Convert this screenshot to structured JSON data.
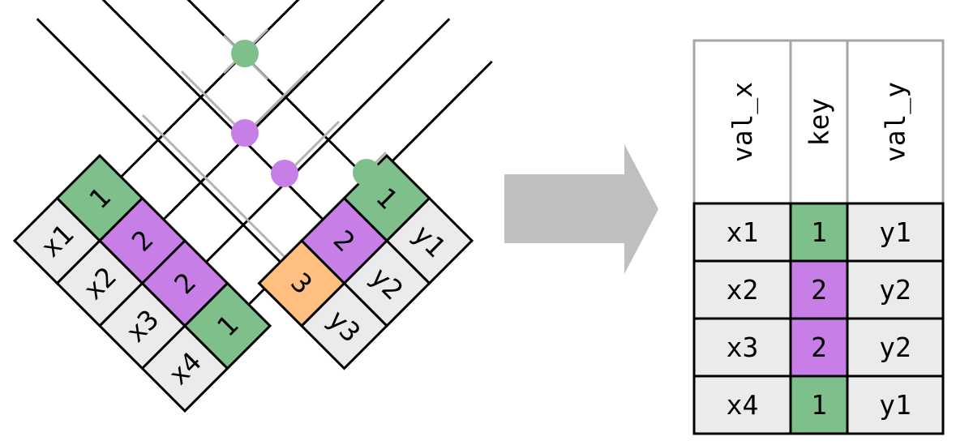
{
  "colors": {
    "grey_cell": "#ebebeb",
    "key_green": "#7fbf8c",
    "key_purple": "#c77ee6",
    "key_orange": "#ffbf80",
    "line_black": "#000000",
    "line_grey": "#b3b3b3",
    "arrow_grey": "#bfbfbf"
  },
  "left_table": {
    "rows": [
      {
        "val": "x1",
        "key": "1",
        "color": "key_green"
      },
      {
        "val": "x2",
        "key": "2",
        "color": "key_purple"
      },
      {
        "val": "x3",
        "key": "2",
        "color": "key_purple"
      },
      {
        "val": "x4",
        "key": "1",
        "color": "key_green"
      }
    ]
  },
  "right_table": {
    "rows": [
      {
        "val": "y1",
        "key": "1",
        "color": "key_green"
      },
      {
        "val": "y2",
        "key": "2",
        "color": "key_purple"
      },
      {
        "val": "y3",
        "key": "3",
        "color": "key_orange"
      }
    ]
  },
  "matches": [
    {
      "color": "key_green"
    },
    {
      "color": "key_purple"
    },
    {
      "color": "key_purple"
    },
    {
      "color": "key_green"
    }
  ],
  "result_table": {
    "headers": [
      "val_x",
      "key",
      "val_y"
    ],
    "rows": [
      {
        "val_x": "x1",
        "key": "1",
        "val_y": "y1",
        "color": "key_green"
      },
      {
        "val_x": "x2",
        "key": "2",
        "val_y": "y2",
        "color": "key_purple"
      },
      {
        "val_x": "x3",
        "key": "2",
        "val_y": "y2",
        "color": "key_purple"
      },
      {
        "val_x": "x4",
        "key": "1",
        "val_y": "y1",
        "color": "key_green"
      }
    ]
  }
}
